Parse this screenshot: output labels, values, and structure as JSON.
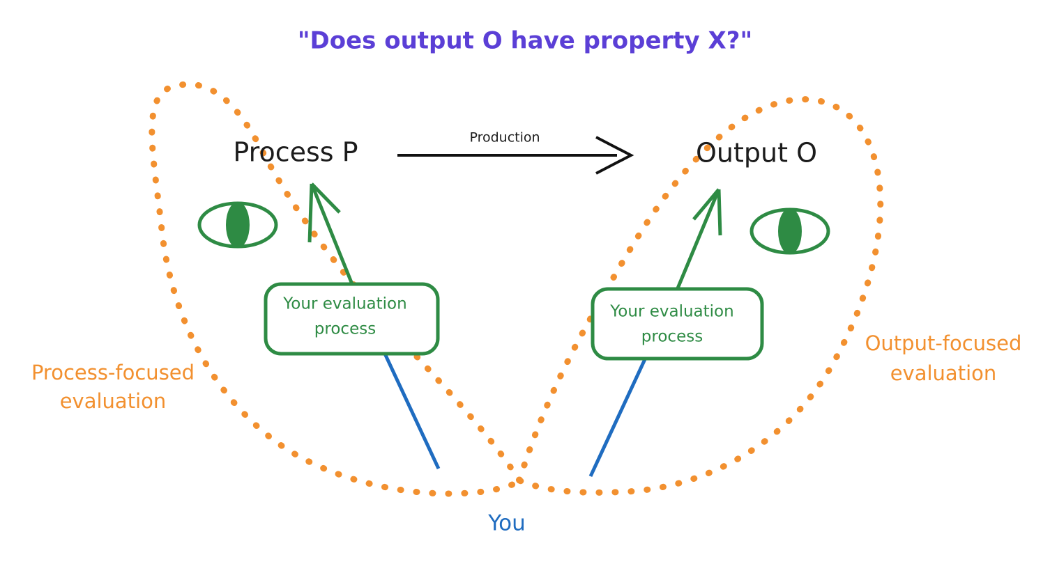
{
  "diagram": {
    "title": "\"Does output O have property X?\"",
    "title_color": "#5b3fd6",
    "background": "#ffffff",
    "nodes": {
      "process": {
        "label": "Process P",
        "color": "#1c1c1c"
      },
      "output": {
        "label": "Output O",
        "color": "#1c1c1c"
      }
    },
    "edges": {
      "production": {
        "label": "Production",
        "color": "#111111",
        "from": "Process P",
        "to": "Output O"
      }
    },
    "eval_boxes": [
      {
        "line1": "Your evaluation",
        "line2": "process",
        "color": "#2e8b44",
        "side": "left"
      },
      {
        "line1": "Your evaluation",
        "line2": "process",
        "color": "#2e8b44",
        "side": "right"
      }
    ],
    "regions": [
      {
        "line1": "Process-focused",
        "line2": "evaluation",
        "color": "#f2902f",
        "side": "left"
      },
      {
        "line1": "Output-focused",
        "line2": "evaluation",
        "color": "#f2902f",
        "side": "right"
      }
    ],
    "observer": {
      "label": "You",
      "color": "#1f6cc0"
    },
    "icons": {
      "eye_left": "eye-icon",
      "eye_right": "eye-icon",
      "arrow_left": "arrow-up-left-icon",
      "arrow_right": "arrow-up-right-icon",
      "production_arrow": "arrow-right-icon"
    }
  }
}
